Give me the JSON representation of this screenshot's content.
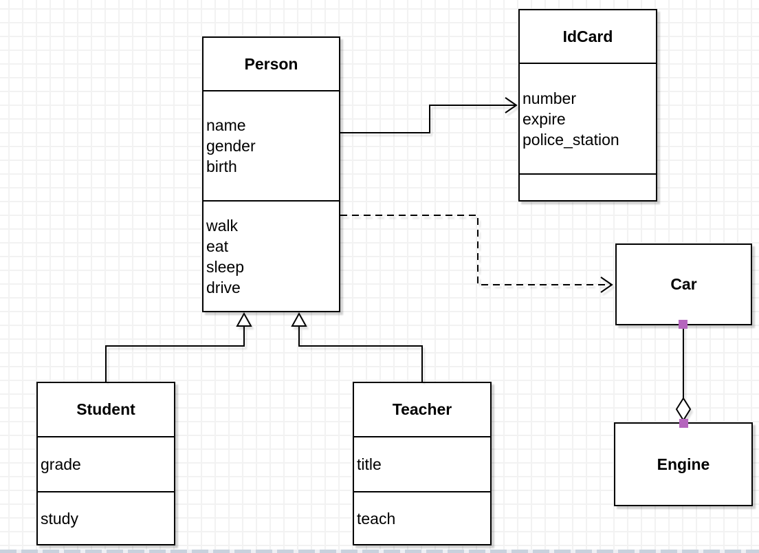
{
  "canvas": {
    "kind": "uml-class-diagram",
    "background_color": "#ffffff",
    "grid_color": "#f2f2f2",
    "line_color": "#000000",
    "box_fill": "#ffffff",
    "handle_color": "#b565bd"
  },
  "classes": {
    "person": {
      "name": "Person",
      "attributes": [
        "name",
        "gender",
        "birth"
      ],
      "methods": [
        "walk",
        "eat",
        "sleep",
        "drive"
      ]
    },
    "idcard": {
      "name": "IdCard",
      "attributes": [
        "number",
        "expire",
        "police_station"
      ],
      "methods": []
    },
    "car": {
      "name": "Car",
      "attributes": [],
      "methods": []
    },
    "engine": {
      "name": "Engine",
      "attributes": [],
      "methods": []
    },
    "student": {
      "name": "Student",
      "attributes": [
        "grade"
      ],
      "methods": [
        "study"
      ]
    },
    "teacher": {
      "name": "Teacher",
      "attributes": [
        "title"
      ],
      "methods": [
        "teach"
      ]
    }
  },
  "relationships": [
    {
      "type": "association",
      "from": "Person",
      "to": "IdCard",
      "line": "solid",
      "arrowhead": "open"
    },
    {
      "type": "dependency",
      "from": "Person",
      "to": "Car",
      "line": "dashed",
      "arrowhead": "open"
    },
    {
      "type": "generalization",
      "from": "Student",
      "to": "Person",
      "line": "solid",
      "arrowhead": "hollow-triangle"
    },
    {
      "type": "generalization",
      "from": "Teacher",
      "to": "Person",
      "line": "solid",
      "arrowhead": "hollow-triangle"
    },
    {
      "type": "aggregation",
      "from": "Car",
      "to": "Engine",
      "line": "solid",
      "arrowhead": "hollow-diamond",
      "endpoint_handles": 2
    }
  ]
}
